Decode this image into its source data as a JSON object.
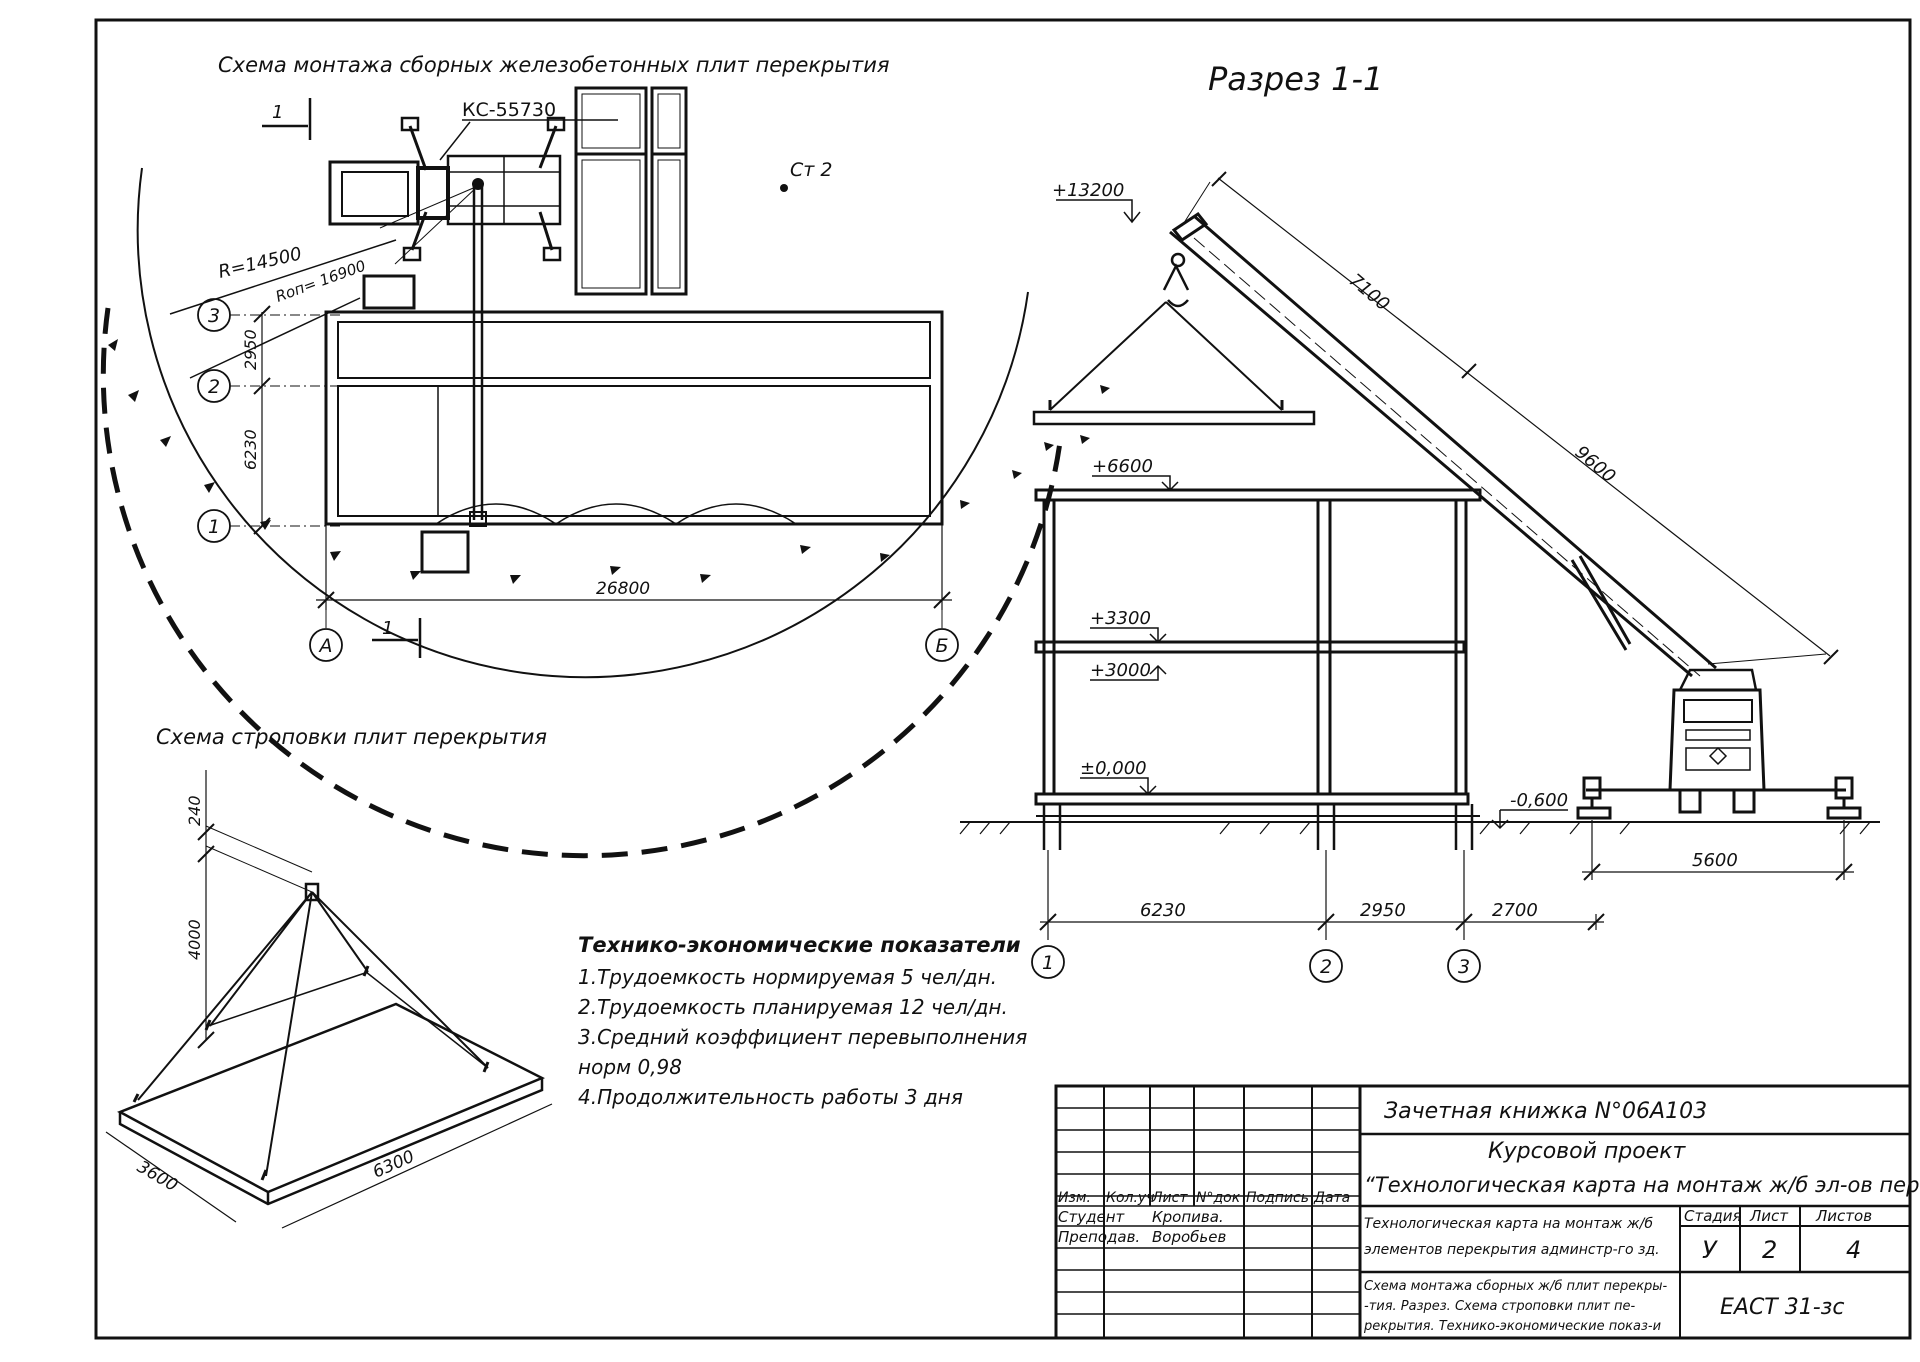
{
  "scheme": {
    "title": "Схема монтажа сборных железобетонных плит перекрытия",
    "crane_model": "КС-55730",
    "radius": "R=14500",
    "r_opasn": "Rоп= 16900",
    "stand": "Ст 2",
    "section_mark": "1",
    "axis_1": "1",
    "axis_2": "2",
    "axis_3": "3",
    "axis_a": "А",
    "axis_b": "Б",
    "dim_2950": "2950",
    "dim_6230": "6230",
    "dim_26800": "26800"
  },
  "section": {
    "title": "Разрез 1-1",
    "mark_top": "+13200",
    "mark_6600": "+6600",
    "mark_3300": "+3300",
    "mark_3000": "+3000",
    "mark_0": "±0,000",
    "mark_minus": "-0,600",
    "boom_7100": "7100",
    "boom_9600": "9600",
    "dim_5600": "5600",
    "dim_6230": "6230",
    "dim_2950": "2950",
    "dim_2700": "2700",
    "axis_1": "1",
    "axis_2": "2",
    "axis_3": "3"
  },
  "slinging": {
    "title": "Схема строповки плит перекрытия",
    "dim_240": "240",
    "dim_4000": "4000",
    "dim_3600": "3600",
    "dim_6300": "6300"
  },
  "indicators": {
    "title": "Технико-экономические показатели",
    "lines": [
      "1.Трудоемкость нормируемая    5 чел/дн.",
      "2.Трудоемкость планируемая  12 чел/дн.",
      "3.Средний коэффициент перевыполнения",
      "норм 0,98",
      "4.Продолжительность работы 3 дня"
    ]
  },
  "stamp": {
    "record_book": "Зачетная книжка N°06А103",
    "project_line1": "Курсовой проект",
    "project_line2": "“Технологическая карта на монтаж ж/б эл-ов пер-я”",
    "headers": [
      "Изм.",
      "Кол.уч",
      "Лист",
      "N°док",
      "Подпись",
      "Дата"
    ],
    "student_label": "Студент",
    "student_name": "Кропива.",
    "teacher_label": "Преподав.",
    "teacher_name": "Воробьев",
    "desc1_line1": "Технологическая карта на монтаж ж/б",
    "desc1_line2": "элементов перекрытия админстр-го зд.",
    "desc2_line1": "Схема монтажа сборных ж/б плит перекры-",
    "desc2_line2": "-тия. Разрез. Схема строповки плит пе-",
    "desc2_line3": "рекрытия. Технико-экономические показ-и",
    "stage_label": "Стадия",
    "sheet_label": "Лист",
    "sheets_label": "Листов",
    "stage_value": "У",
    "sheet_value": "2",
    "sheets_value": "4",
    "group": "ЕАСТ 31-зс"
  }
}
